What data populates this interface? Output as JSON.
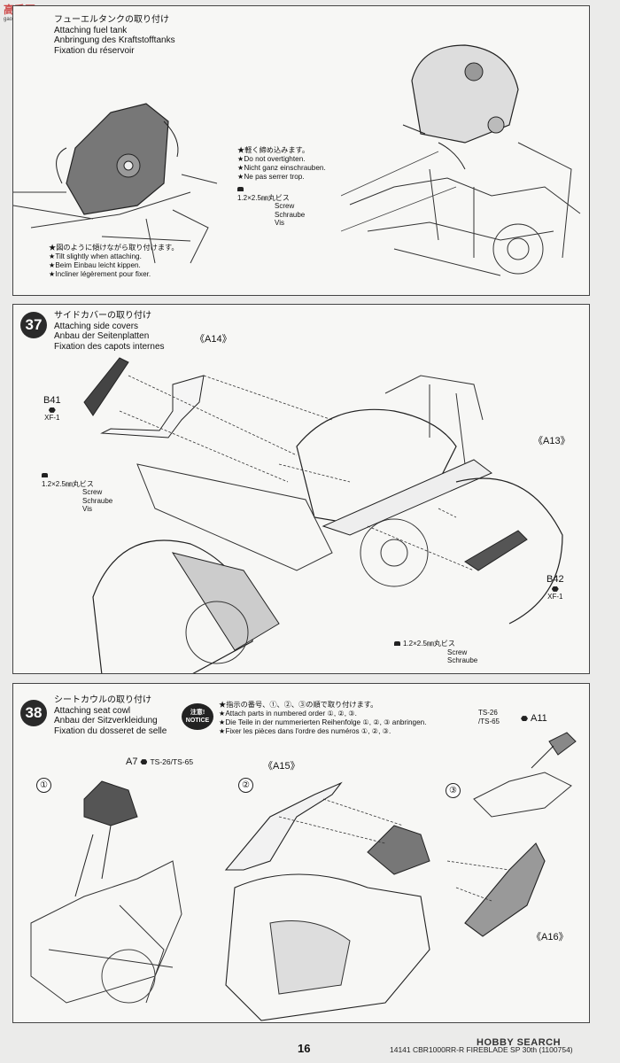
{
  "watermark": {
    "top_left": "高手网",
    "top_left_sub": "gaoshou.com",
    "bottom_right": "HOBBY SEARCH"
  },
  "step36": {
    "ja": "フューエルタンクの取り付け",
    "en": "Attaching fuel tank",
    "de": "Anbringung des Kraftstofftanks",
    "fr": "Fixation du réservoir",
    "note_top": [
      "★軽く締め込みます。",
      "★Do not overtighten.",
      "★Nicht ganz einschrauben.",
      "★Ne pas serrer trop."
    ],
    "screw": [
      "1.2×2.5㎜丸ビス",
      "Screw",
      "Schraube",
      "Vis"
    ],
    "note_bottom": [
      "★図のように傾けながら取り付けます。",
      "★Tilt slightly when attaching.",
      "★Beim Einbau leicht kippen.",
      "★Incliner légèrement pour fixer."
    ]
  },
  "step37": {
    "number": "37",
    "ja": "サイドカバーの取り付け",
    "en": "Attaching side covers",
    "de": "Anbau der Seitenplatten",
    "fr": "Fixation des capots internes",
    "part_a14": "《A14》",
    "part_a13": "《A13》",
    "part_b41": "B41",
    "part_b41_color": "XF-1",
    "part_b42": "B42",
    "part_b42_color": "XF-1",
    "screw_left": [
      "1.2×2.5㎜丸ビス",
      "Screw",
      "Schraube",
      "Vis"
    ],
    "screw_right": [
      "1.2×2.5㎜丸ビス",
      "Screw",
      "Schraube",
      "Vis"
    ]
  },
  "step38": {
    "number": "38",
    "ja": "シートカウルの取り付け",
    "en": "Attaching seat cowl",
    "de": "Anbau der Sitzverkleidung",
    "fr": "Fixation du dosseret de selle",
    "notice": [
      "注意!",
      "NOTICE"
    ],
    "notice_text": [
      "★指示の番号、①、②、③の順で取り付けます。",
      "★Attach parts in numbered order ①, ②, ③.",
      "★Die Teile in der nummerierten Reihenfolge ①, ②, ③ anbringen.",
      "★Fixer les pièces dans l'ordre des numéros ①, ②, ③."
    ],
    "sub1": "①",
    "sub2": "②",
    "sub3": "③",
    "part_a7": "A7",
    "part_a7_color": "TS-26/TS-65",
    "part_a15": "《A15》",
    "part_a16": "《A16》",
    "part_a11": "A11",
    "part_a11_color": [
      "TS-26",
      "/TS-65"
    ]
  },
  "footer": {
    "page": "16",
    "model": "14141 CBR1000RR-R FIREBLADE SP 30th (1100754)"
  }
}
